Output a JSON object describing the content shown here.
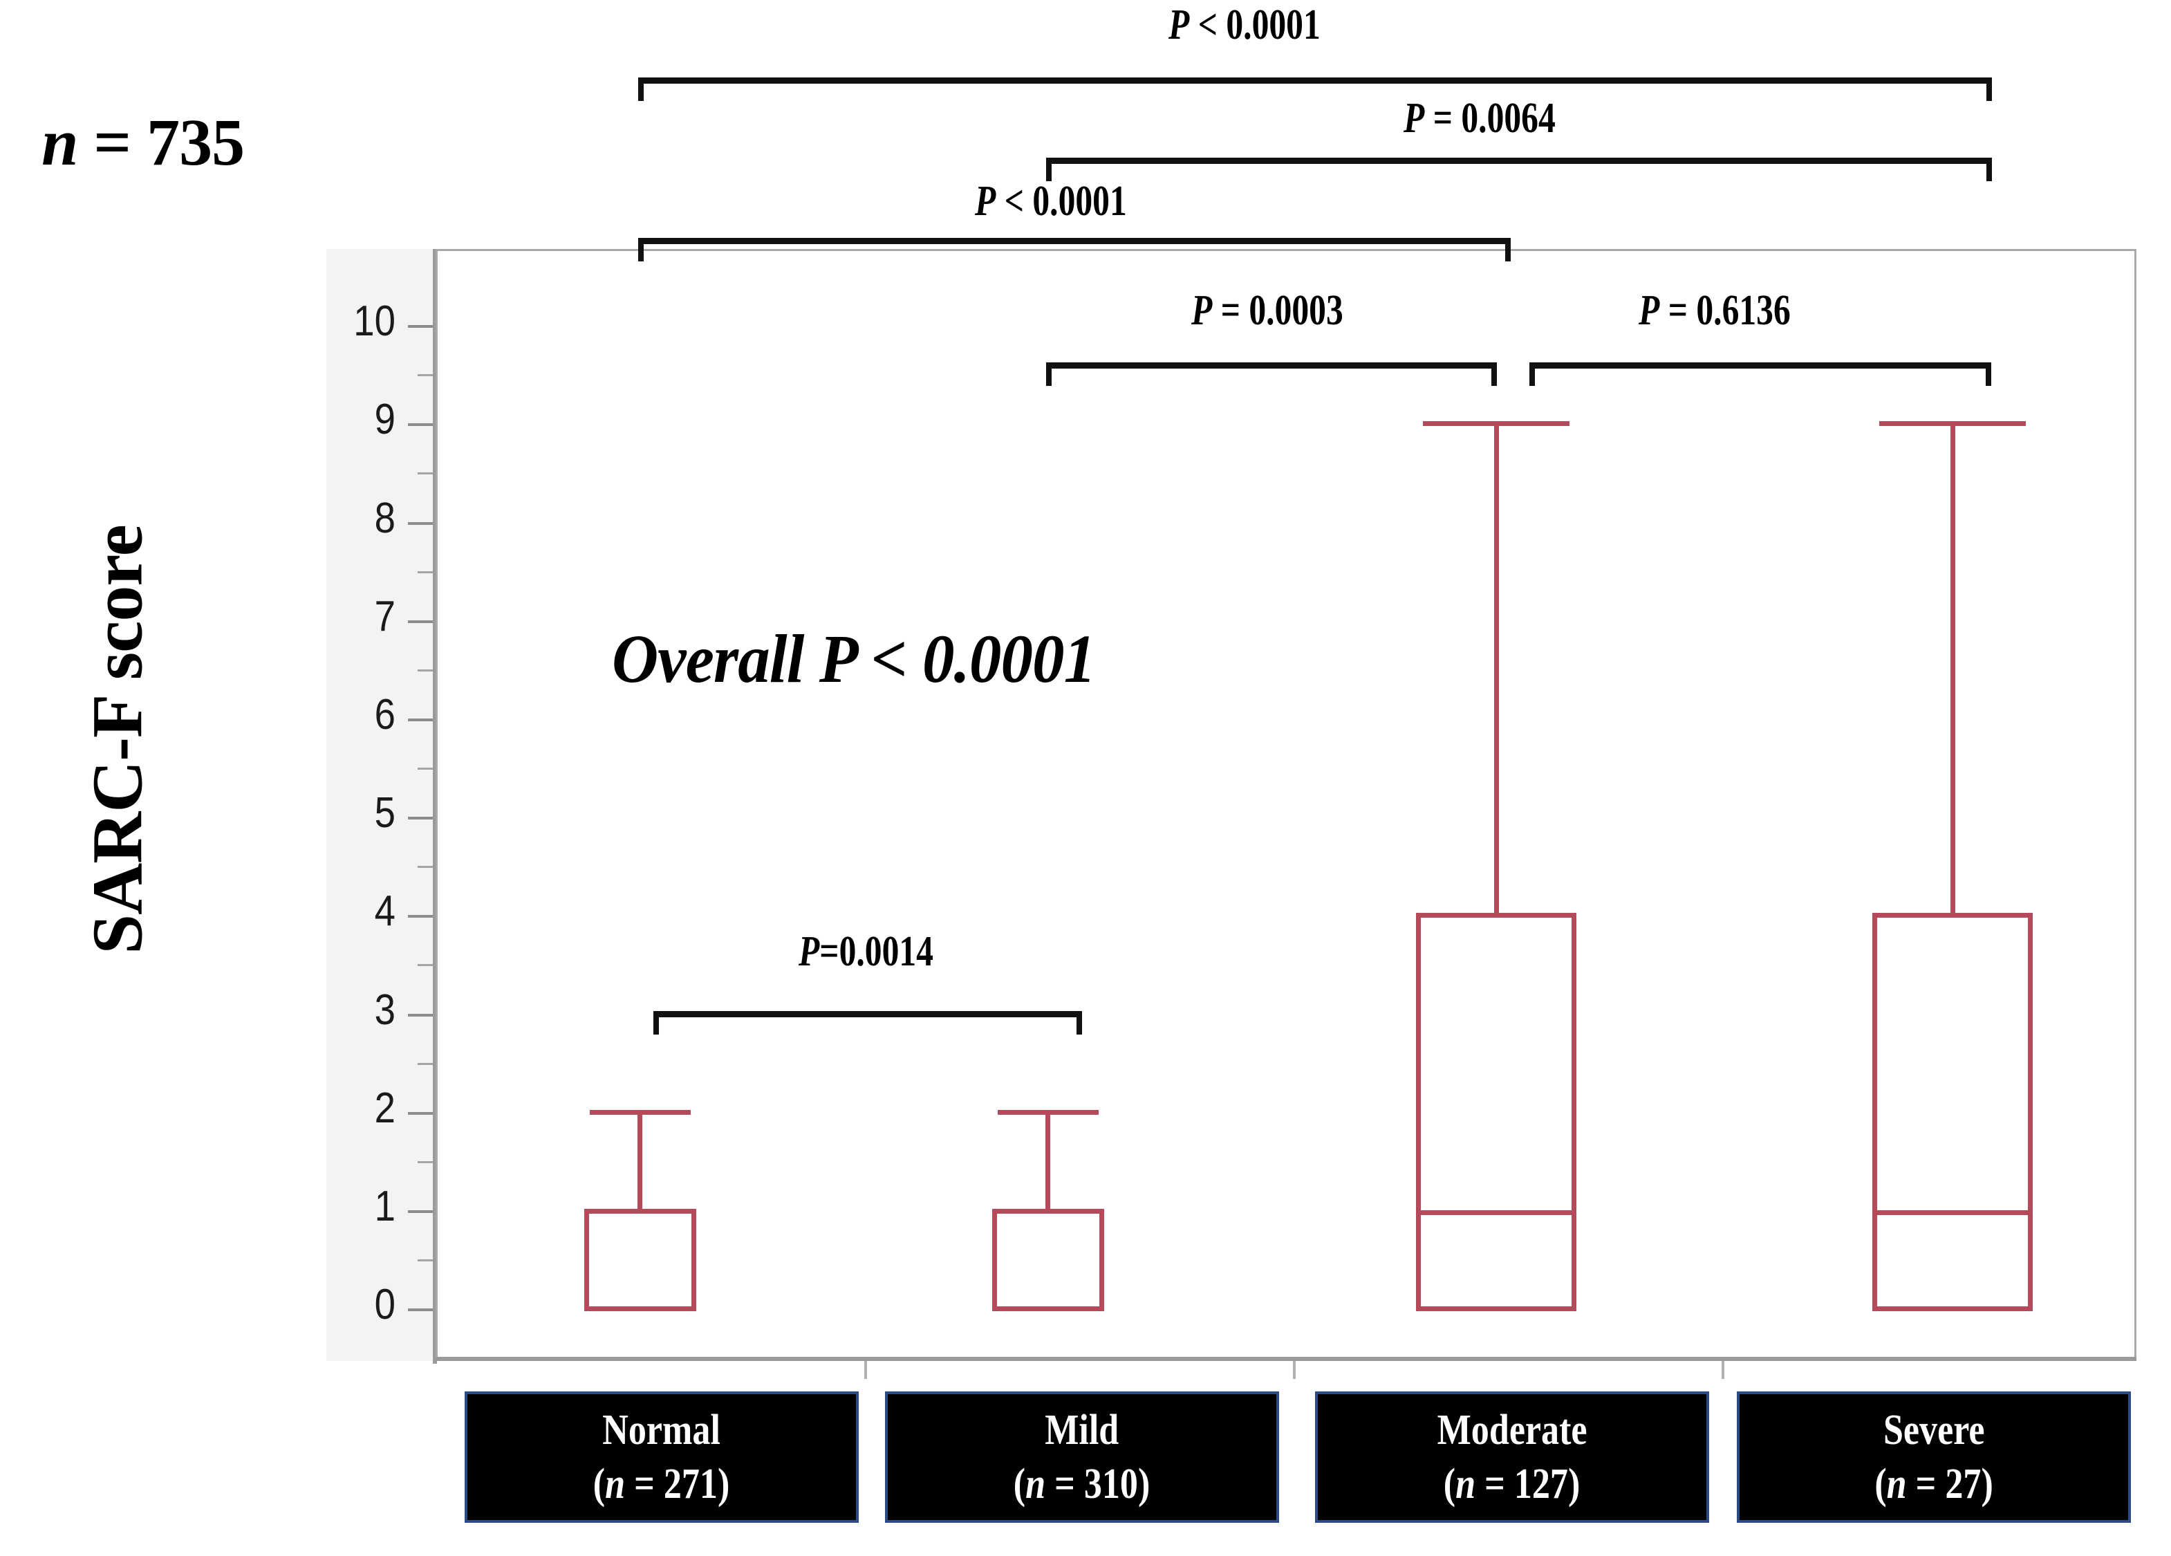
{
  "figure": {
    "sample_size_label": "n = 735",
    "sample_size_italic": "n",
    "sample_size_rest": " = 735",
    "y_axis_title": "SARC-F score",
    "overall_p": "Overall P < 0.0001"
  },
  "chart_data": {
    "type": "box",
    "title": "",
    "xlabel": "",
    "ylabel": "SARC-F score",
    "ylim": [
      0,
      10
    ],
    "ytick_labels": [
      "0",
      "1",
      "2",
      "3",
      "4",
      "5",
      "6",
      "7",
      "8",
      "9",
      "10"
    ],
    "ytick_values": [
      0,
      1,
      2,
      3,
      4,
      5,
      6,
      7,
      8,
      9,
      10
    ],
    "minor_ticks": true,
    "grid": false,
    "legend": "none",
    "total_n": 735,
    "categories": [
      "Normal",
      "Mild",
      "Moderate",
      "Severe"
    ],
    "category_n": [
      271,
      310,
      127,
      27
    ],
    "category_labels": [
      {
        "name": "Normal",
        "n_text": "(n = 271)",
        "n": 271
      },
      {
        "name": "Mild",
        "n_text": "(n = 310)",
        "n": 310
      },
      {
        "name": "Moderate",
        "n_text": "(n = 127)",
        "n": 127
      },
      {
        "name": "Severe",
        "n_text": "(n = 27)",
        "n": 27
      }
    ],
    "boxes": [
      {
        "category": "Normal",
        "whisker_low": 0,
        "q1": 0,
        "median": 0,
        "q3": 1,
        "whisker_high": 2
      },
      {
        "category": "Mild",
        "whisker_low": 0,
        "q1": 0,
        "median": 0,
        "q3": 1,
        "whisker_high": 2
      },
      {
        "category": "Moderate",
        "whisker_low": 0,
        "q1": 0,
        "median": 1,
        "q3": 4,
        "whisker_high": 9
      },
      {
        "category": "Severe",
        "whisker_low": 0,
        "q1": 0,
        "median": 1,
        "q3": 4,
        "whisker_high": 9
      }
    ],
    "box_color": "#b44a5a",
    "annotations": [
      {
        "id": "normal-severe",
        "text": "P < 0.0001",
        "from": "Normal",
        "to": "Severe"
      },
      {
        "id": "mild-severe",
        "text": "P = 0.0064",
        "from": "Mild",
        "to": "Severe"
      },
      {
        "id": "normal-moderate",
        "text": "P < 0.0001",
        "from": "Normal",
        "to": "Moderate"
      },
      {
        "id": "mild-moderate",
        "text": "P = 0.0003",
        "from": "Mild",
        "to": "Moderate"
      },
      {
        "id": "moderate-severe",
        "text": "P = 0.6136",
        "from": "Moderate",
        "to": "Severe"
      },
      {
        "id": "normal-mild",
        "text": "P=0.0014",
        "from": "Normal",
        "to": "Mild"
      },
      {
        "id": "overall",
        "text": "Overall P < 0.0001",
        "from": "all",
        "to": "all"
      }
    ]
  },
  "annotations": {
    "normal_severe": {
      "p": "P",
      "rest": " < 0.0001"
    },
    "mild_severe": {
      "p": "P",
      "rest": " = 0.0064"
    },
    "normal_moderate": {
      "p": "P",
      "rest": " < 0.0001"
    },
    "mild_moderate": {
      "p": "P",
      "rest": " = 0.0003"
    },
    "moderate_severe": {
      "p": "P",
      "rest": " = 0.6136"
    },
    "normal_mild": {
      "p": "P",
      "rest": "=0.0014"
    },
    "overall": {
      "p": "Overall P",
      "rest": " < 0.0001"
    }
  },
  "yticks": [
    {
      "label": "10",
      "value": 10
    },
    {
      "label": "9",
      "value": 9
    },
    {
      "label": "8",
      "value": 8
    },
    {
      "label": "7",
      "value": 7
    },
    {
      "label": "6",
      "value": 6
    },
    {
      "label": "5",
      "value": 5
    },
    {
      "label": "4",
      "value": 4
    },
    {
      "label": "3",
      "value": 3
    },
    {
      "label": "2",
      "value": 2
    },
    {
      "label": "1",
      "value": 1
    },
    {
      "label": "0",
      "value": 0
    }
  ],
  "colors": {
    "box_stroke": "#b44a5a",
    "bracket": "#111111",
    "frame": "#a9a9a9",
    "cat_plate_bg": "#000000",
    "cat_plate_border": "#2c4a86",
    "cat_plate_text": "#ffffff"
  }
}
